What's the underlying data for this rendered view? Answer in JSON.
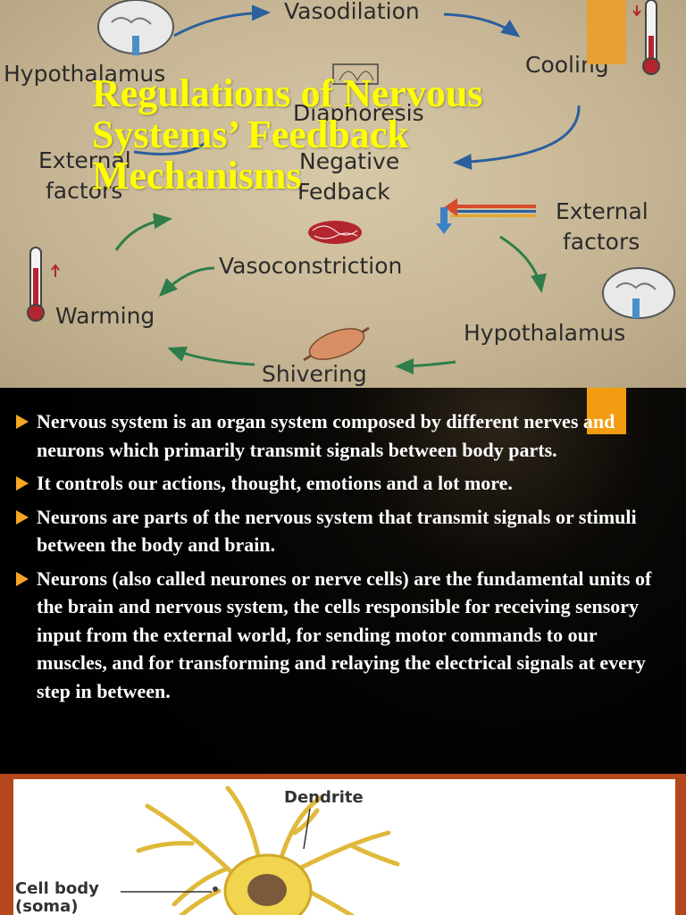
{
  "top_slide": {
    "title": "Regulations of Nervous Systems’ Feedback Mechanisms",
    "diagram_labels": {
      "vasodilation": "Vasodilation",
      "hypothalamus_top": "Hypothalamus",
      "cooling": "Cooling",
      "diaphoresis": "Diaphoresis",
      "external_factors_left_1": "External",
      "external_factors_left_2": "factors",
      "negative": "Negative",
      "feedback": "Fedback",
      "external_factors_right_1": "External",
      "external_factors_right_2": "factors",
      "vasoconstriction": "Vasoconstriction",
      "warming": "Warming",
      "hypothalamus_bottom": "Hypothalamus",
      "shivering": "Shivering"
    },
    "icons": [
      "brain-icon",
      "thermometer-icon",
      "sweat-gland-icon",
      "blood-vessel-icon",
      "muscle-icon"
    ]
  },
  "middle_slide": {
    "bullets": [
      "Nervous system is an organ system composed by different nerves and neurons which primarily transmit signals between body parts.",
      "It controls our actions, thought, emotions and a lot more.",
      "Neurons are parts of the nervous system that transmit signals or stimuli between the body and brain.",
      "Neurons (also called neurones or nerve cells) are the fundamental units of the brain and nervous system, the cells responsible for receiving sensory input from the external world, for sending motor commands to our muscles, and for transforming and relaying the electrical signals at every step in between."
    ]
  },
  "bottom_slide": {
    "labels": {
      "dendrite": "Dendrite",
      "cell_body_1": "Cell body",
      "cell_body_2": "(soma)"
    }
  },
  "colors": {
    "title_yellow": "#ffff00",
    "accent_orange": "#f39c12",
    "bullet_arrow": "#f5a623",
    "bottom_frame": "#b5471c"
  }
}
